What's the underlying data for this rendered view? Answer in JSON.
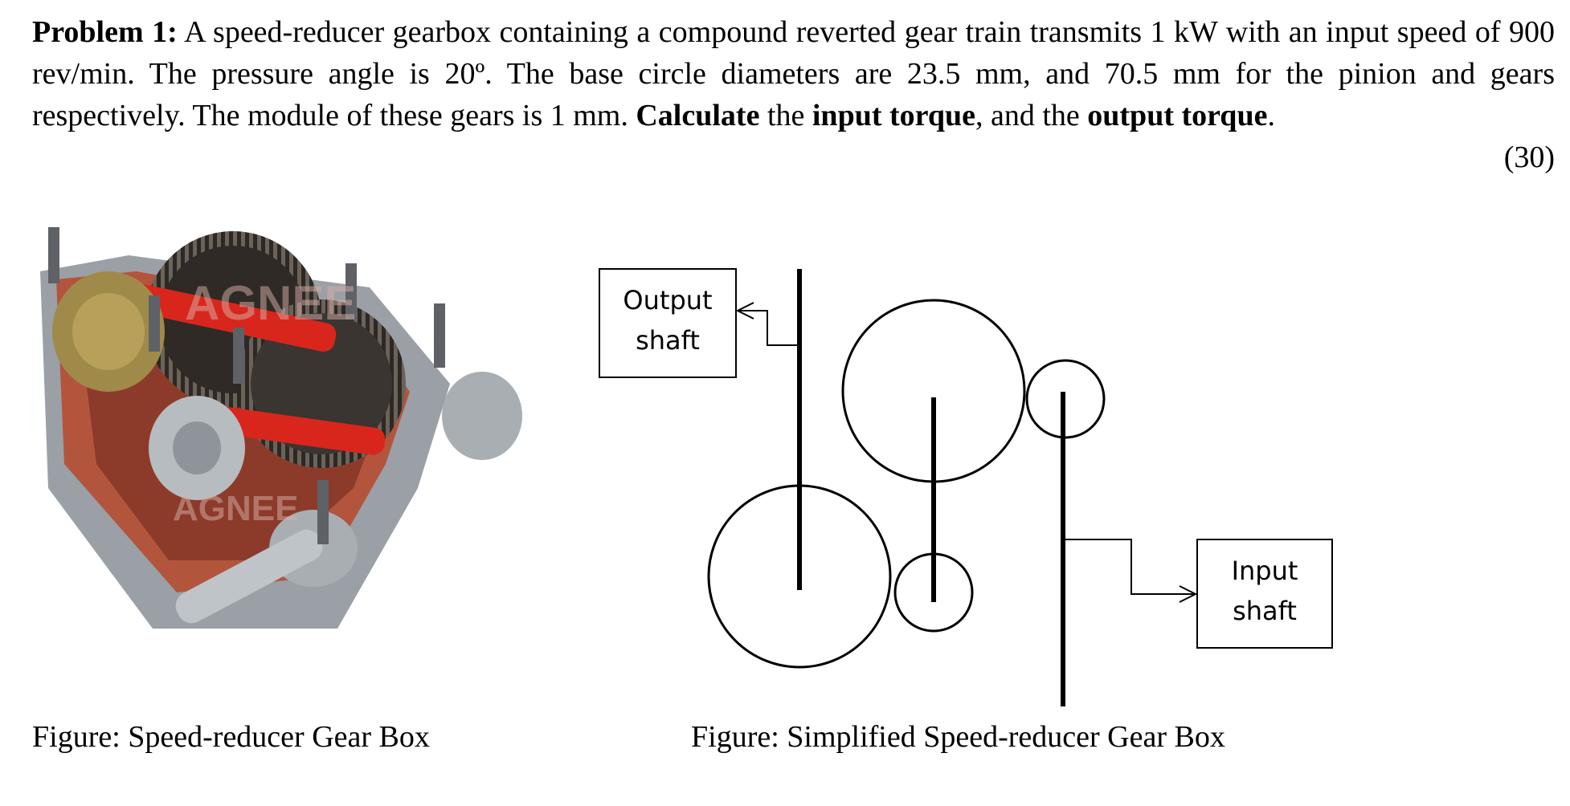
{
  "problem": {
    "label": "Problem 1:",
    "text_part1": " A speed-reducer gearbox containing a compound reverted gear train transmits 1 kW with an input speed of 900 rev/min. The pressure angle is 20º. The base circle diameters are 23.5 mm, and 70.5 mm for the pinion and gears respectively. The module of these gears is 1 mm. ",
    "bold_calculate": "Calculate",
    "text_the": " the ",
    "bold_input_torque": "input torque",
    "text_and_the": ", and the ",
    "bold_output_torque": "output torque",
    "text_period": ".",
    "marks": "(30)"
  },
  "figures": {
    "photo_caption": "Figure: Speed-reducer Gear Box",
    "diagram_caption": "Figure: Simplified Speed-reducer Gear Box",
    "photo_watermark": "AGNEE",
    "output_label_line1": "Output",
    "output_label_line2": "shaft",
    "input_label_line1": "Input",
    "input_label_line2": "shaft"
  },
  "colors": {
    "gear_dark": "#3a3530",
    "shaft_red": "#d8261c",
    "housing_grey": "#9aa0a6",
    "housing_rust": "#b3553d",
    "brass": "#a08a4a"
  }
}
